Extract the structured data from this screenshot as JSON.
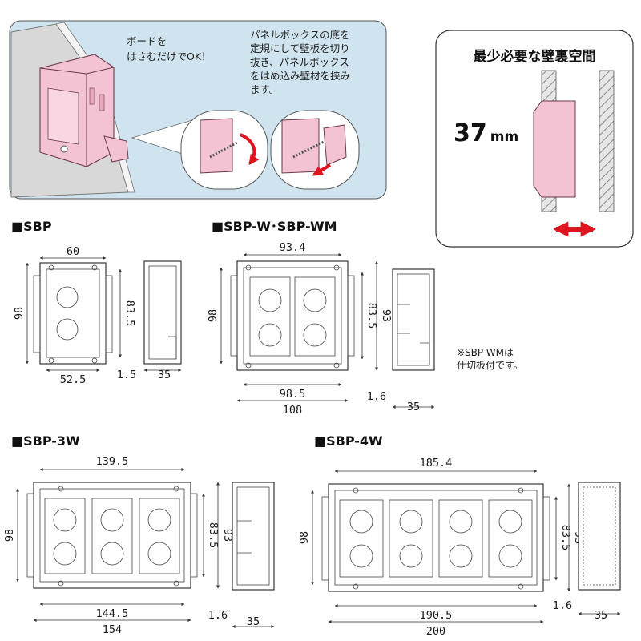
{
  "illustration": {
    "callout_board": [
      "ボードを",
      "はさむだけでOK！"
    ],
    "callout_install": [
      "パネルボックスの底を",
      "定規にして壁板を切り",
      "抜き、パネルボックス",
      "をはめ込み壁材を挟み",
      "ます。"
    ]
  },
  "wall_space": {
    "title": "最少必要な壁裏空間",
    "value": "37",
    "unit": "mm"
  },
  "models": {
    "sbp": {
      "title": "■SBP",
      "top_width": "60",
      "height": "98",
      "inner_height": "83.5",
      "bottom_width": "52.5",
      "offset": "1.5",
      "depth": "35"
    },
    "sbp_w": {
      "title": "■SBP-W･SBP-WM",
      "top_width": "93.4",
      "height": "98",
      "inner_height": "83.5",
      "outer_height": "93",
      "inner_width": "98.5",
      "outer_width": "108",
      "offset": "1.6",
      "depth": "35",
      "note": [
        "※SBP-WMは",
        "仕切板付です。"
      ]
    },
    "sbp_3w": {
      "title": "■SBP-3W",
      "top_width": "139.5",
      "height": "98",
      "inner_height": "83.5",
      "outer_height": "93",
      "inner_width": "144.5",
      "outer_width": "154",
      "offset": "1.6",
      "depth": "35"
    },
    "sbp_4w": {
      "title": "■SBP-4W",
      "top_width": "185.4",
      "height": "98",
      "inner_height": "83.5",
      "outer_height": "93",
      "inner_width": "190.5",
      "outer_width": "200",
      "offset": "1.6",
      "depth": "35"
    }
  },
  "colors": {
    "panel_bg": "#cfe4ef",
    "box_pink": "#f3c3d3",
    "wall_gray": "#d8d8d8",
    "arrow_red": "#e0141e"
  }
}
